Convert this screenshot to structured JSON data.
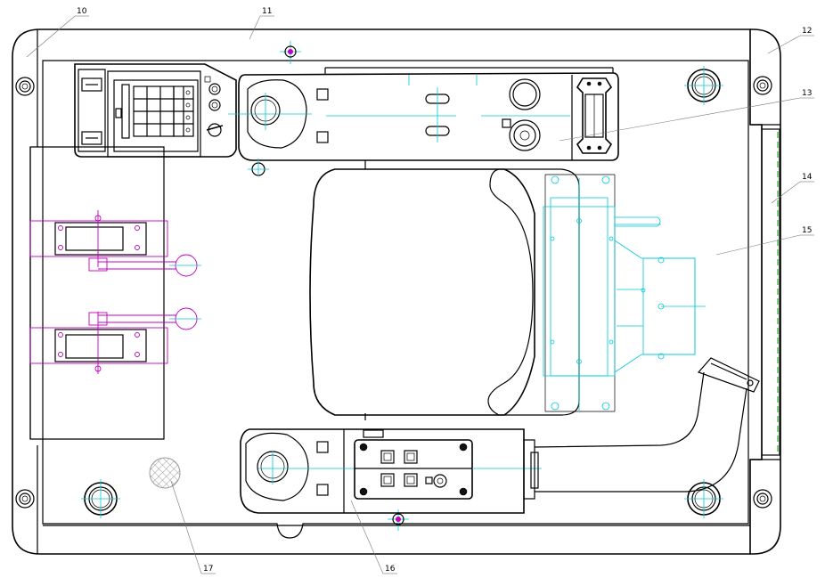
{
  "callouts": [
    {
      "id": "c10",
      "text": "10"
    },
    {
      "id": "c11",
      "text": "11"
    },
    {
      "id": "c12",
      "text": "12"
    },
    {
      "id": "c13",
      "text": "13"
    },
    {
      "id": "c14",
      "text": "14"
    },
    {
      "id": "c15",
      "text": "15"
    },
    {
      "id": "c16",
      "text": "16"
    },
    {
      "id": "c17",
      "text": "17"
    }
  ],
  "colors": {
    "outline": "#000000",
    "centerline": "#00c8d8",
    "hardware": "#c000c0",
    "edge_strip": "#00a000"
  }
}
